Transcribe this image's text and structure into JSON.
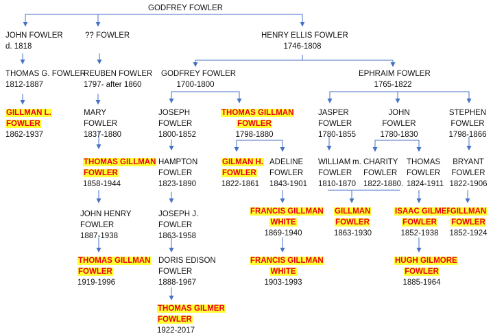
{
  "colors": {
    "connector": "#4472c4",
    "highlight_bg": "#ffff33",
    "highlight_text": "#e8001a"
  },
  "nodes": {
    "godfrey_root": {
      "name": "GODFREY FOWLER"
    },
    "john": {
      "name": "JOHN FOWLER",
      "dates": "d. 1818"
    },
    "unknown": {
      "name": "?? FOWLER"
    },
    "henry_ellis": {
      "name": "HENRY ELLIS FOWLER",
      "dates": "1746-1808"
    },
    "thomas_g": {
      "name": "THOMAS G. FOWLER",
      "dates": "1812-1887"
    },
    "reuben": {
      "name": "REUBEN FOWLER",
      "dates": "1797- after 1860"
    },
    "godfrey_ii": {
      "name": "GODFREY FOWLER",
      "dates": "1700-1800"
    },
    "ephraim": {
      "name": "EPHRAIM FOWLER",
      "dates": "1765-1822"
    },
    "gillman_l": {
      "name1": "GILLMAN L.",
      "name2": "FOWLER",
      "dates": "1862-1937"
    },
    "mary": {
      "name1": "MARY",
      "name2": "FOWLER",
      "dates": "1837-1880"
    },
    "joseph": {
      "name1": "JOSEPH",
      "name2": "FOWLER",
      "dates": "1800-1852"
    },
    "thomas_gillman_1798": {
      "name1": "THOMAS GILLMAN",
      "name2": "FOWLER",
      "dates": "1798-1880"
    },
    "jasper": {
      "name1": "JASPER",
      "name2": "FOWLER",
      "dates": "1780-1855"
    },
    "john_1780": {
      "name1": "JOHN",
      "name2": "FOWLER",
      "dates": "1780-1830"
    },
    "stephen": {
      "name1": "STEPHEN",
      "name2": "FOWLER",
      "dates": "1798-1866"
    },
    "thomas_gillman_1858": {
      "name1": "THOMAS GILLMAN",
      "name2": "FOWLER",
      "dates": "1858-1944"
    },
    "hampton": {
      "name1": "HAMPTON",
      "name2": "FOWLER",
      "dates": "1823-1890"
    },
    "gilman_h": {
      "name1": "GILMAN H.",
      "name2": "FOWLER",
      "dates": "1822-1861"
    },
    "adeline": {
      "name1": "ADELINE",
      "name2": "FOWLER",
      "dates": "1843-1901"
    },
    "william": {
      "name1": "WILLIAM",
      "name2": "FOWLER",
      "dates": "1810-1870"
    },
    "marriage": {
      "label": "m."
    },
    "charity": {
      "name1": "CHARITY",
      "name2": "FOWLER",
      "dates": "1822-1880."
    },
    "thomas_1824": {
      "name1": "THOMAS",
      "name2": "FOWLER",
      "dates": "1824-1911"
    },
    "bryant": {
      "name1": "BRYANT",
      "name2": "FOWLER",
      "dates": "1822-1906"
    },
    "john_henry": {
      "name1": "JOHN HENRY",
      "name2": "FOWLER",
      "dates": "1887-1938"
    },
    "joseph_j": {
      "name1": "JOSEPH J.",
      "name2": "FOWLER",
      "dates": "1863-1958"
    },
    "francis_1869": {
      "name1": "FRANCIS GILLMAN",
      "name2": "WHITE",
      "dates": "1869-1940"
    },
    "gillman_1863": {
      "name1": "GILLMAN",
      "name2": "FOWLER",
      "dates": "1863-1930"
    },
    "isaac": {
      "name1": "ISAAC GILMER",
      "name2": "FOWLER",
      "dates": "1852-1938"
    },
    "gillman_1852": {
      "name1": "GILLMAN",
      "name2": "FOWLER",
      "dates": "1852-1924"
    },
    "thomas_gillman_1919": {
      "name1": "THOMAS GILLMAN",
      "name2": "FOWLER",
      "dates": "1919-1996"
    },
    "doris": {
      "name1": "DORIS EDISON",
      "name2": "FOWLER",
      "dates": "1888-1967"
    },
    "francis_1903": {
      "name1": "FRANCIS GILLMAN",
      "name2": "WHITE",
      "dates": "1903-1993"
    },
    "hugh": {
      "name1": "HUGH GILMORE",
      "name2": "FOWLER",
      "dates": "1885-1964"
    },
    "thomas_gilmer": {
      "name1": "THOMAS GILMER",
      "name2": "FOWLER",
      "dates": "1922-2017"
    }
  }
}
